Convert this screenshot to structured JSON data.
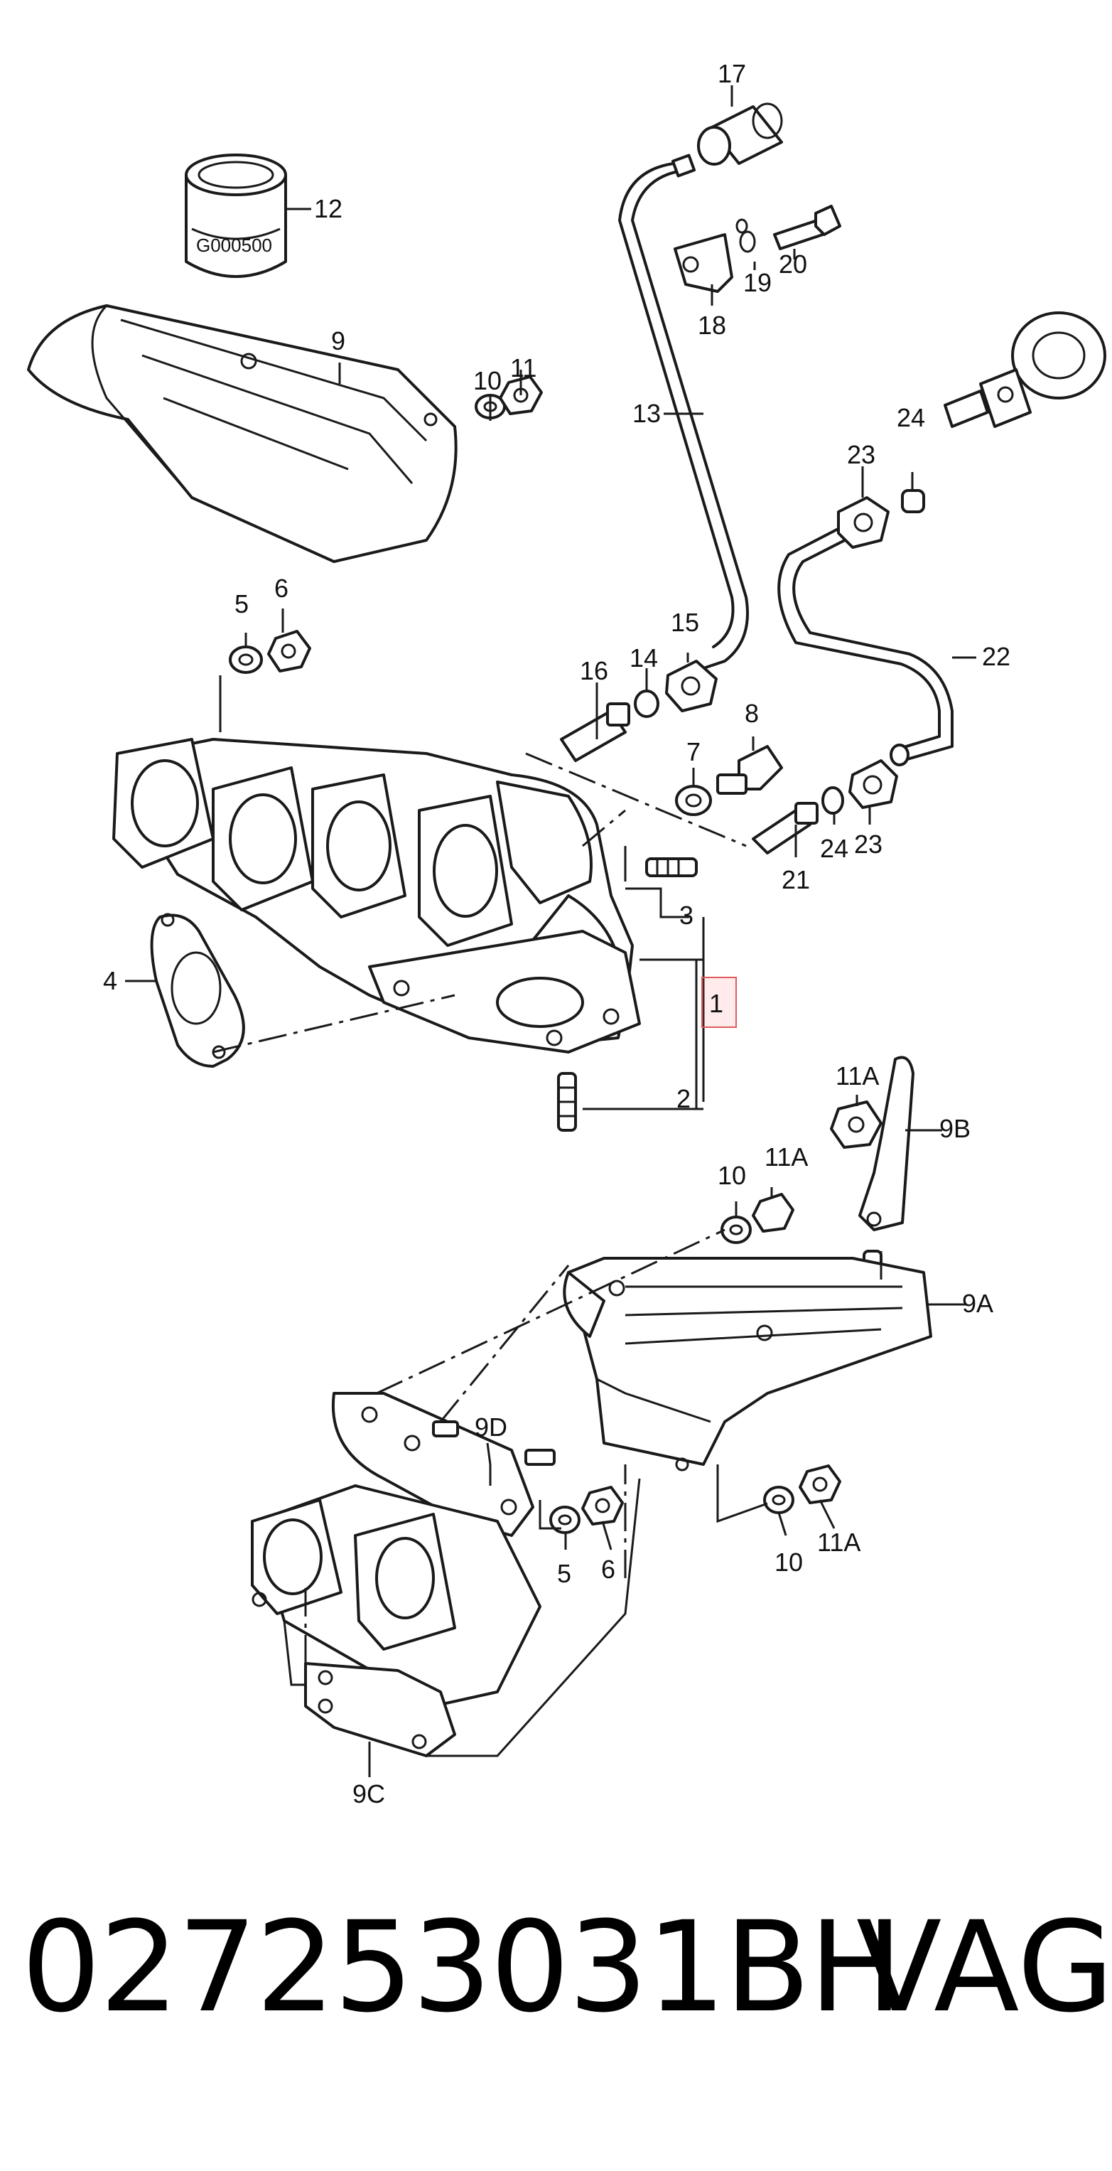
{
  "diagram": {
    "callouts": [
      "1",
      "2",
      "3",
      "4",
      "5",
      "6",
      "7",
      "8",
      "9",
      "10",
      "11",
      "12",
      "13",
      "14",
      "15",
      "16",
      "17",
      "18",
      "19",
      "20",
      "21",
      "22",
      "23",
      "24",
      "9A",
      "9B",
      "9C",
      "9D",
      "11A"
    ],
    "stamp_text": "G000500"
  },
  "footer": {
    "part_number": "027253031BH",
    "brand": "VAG"
  }
}
